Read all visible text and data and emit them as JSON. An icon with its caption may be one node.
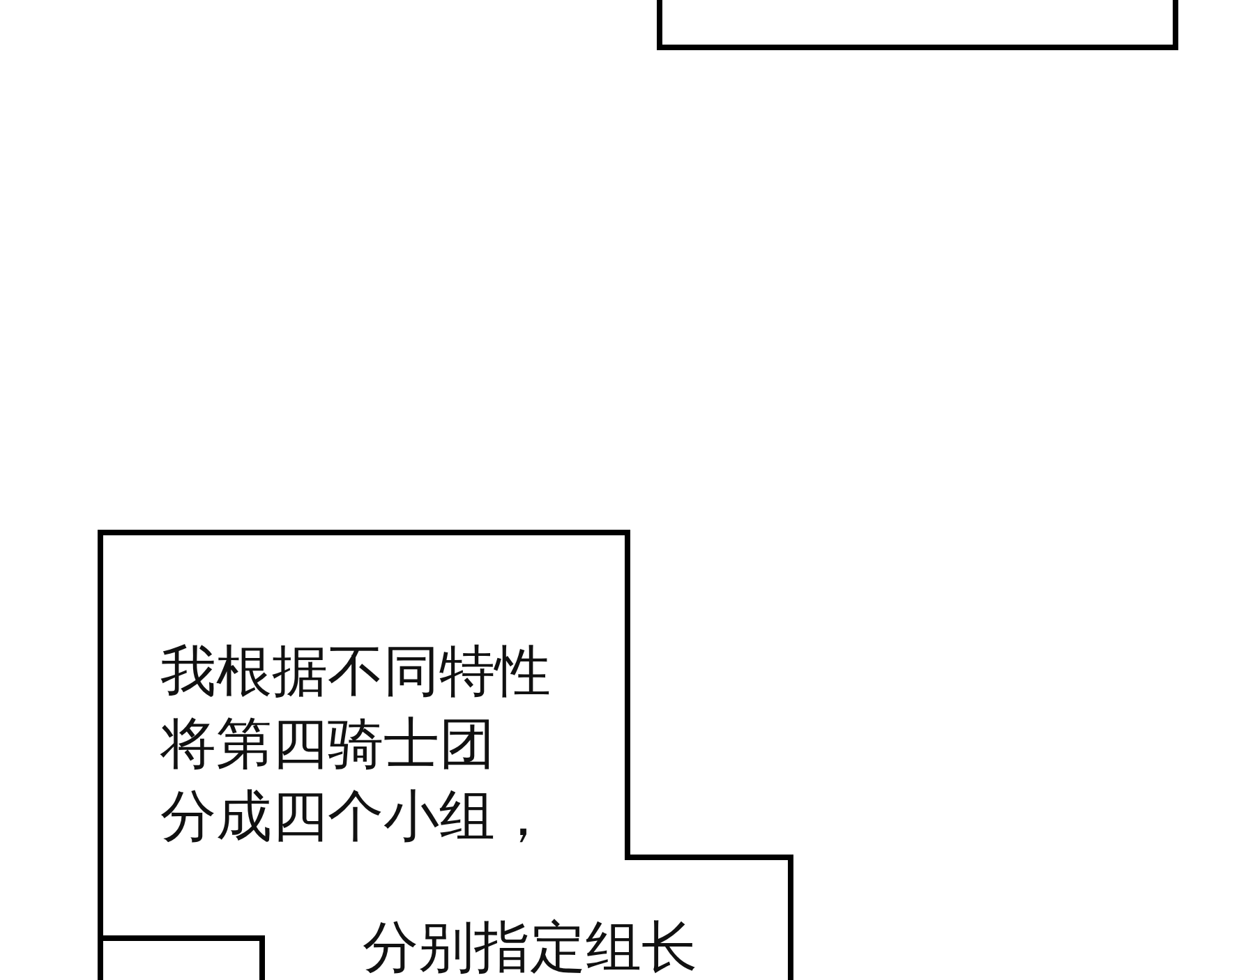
{
  "diagram": {
    "nodes": [
      {
        "text": [],
        "shape": "box"
      },
      {
        "text": [
          "我根据不同特性将第四骑士团分成四个小组，",
          "分别指定组长"
        ]
      }
    ]
  }
}
